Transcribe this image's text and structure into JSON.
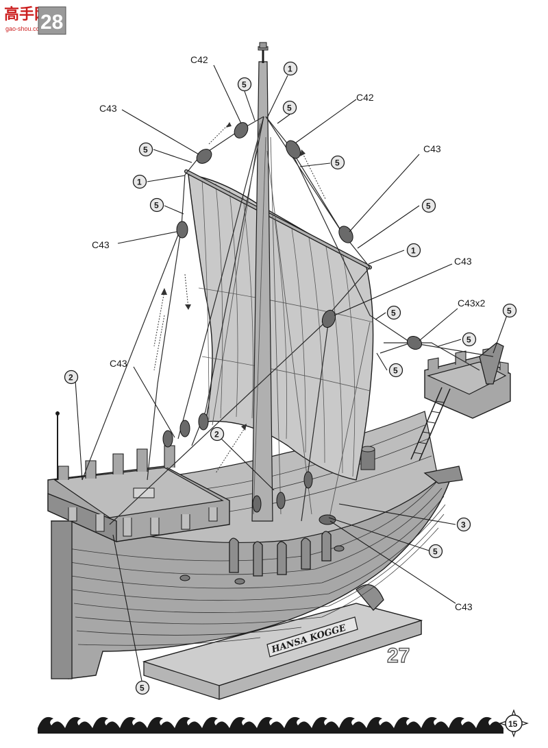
{
  "header": {
    "site_logo_text": "高手网",
    "site_logo_url_text": "gao-shou.com",
    "page_number_tab": "28"
  },
  "diagram": {
    "step_number": "27",
    "nameplate": "HANSA KOGGE",
    "labels": {
      "c42_left": "C42",
      "c42_right": "C42",
      "c43_topleft": "C43",
      "c43_midleft": "C43",
      "c43_lowleft": "C43",
      "c43_topright": "C43",
      "c43_midright": "C43",
      "c43x2": "C43x2",
      "c43_bottom": "C43"
    },
    "part_markers": {
      "m1_top": "1",
      "m1_left": "1",
      "m1_right": "1",
      "m5_a": "5",
      "m5_b": "5",
      "m5_c": "5",
      "m5_d": "5",
      "m5_e": "5",
      "m5_f": "5",
      "m5_g": "5",
      "m5_h": "5",
      "m5_i": "5",
      "m5_j": "5",
      "m5_k": "5",
      "m2_left": "2",
      "m2_mid": "2",
      "m3": "3"
    }
  },
  "footer": {
    "page_number": "15"
  }
}
